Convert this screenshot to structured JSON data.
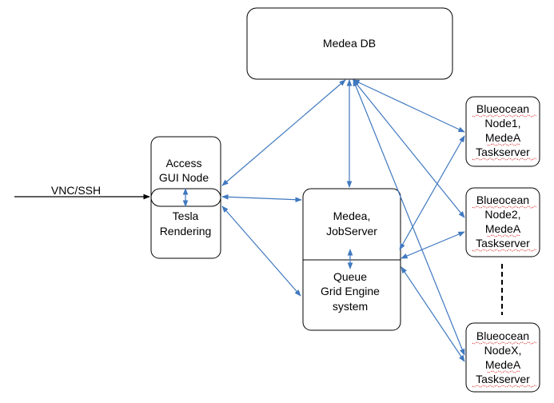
{
  "colors": {
    "arrow": "#3f78bf",
    "box_stroke": "#000000",
    "background": "#ffffff",
    "spellcheck": "#d9302a"
  },
  "nodes": {
    "medea_db": {
      "label": "Medea DB"
    },
    "access_gui": {
      "line1": "Access",
      "line2": "GUI Node"
    },
    "tesla": {
      "line1": "Tesla",
      "line2": "Rendering"
    },
    "jobserver": {
      "line1": "Medea,",
      "line2": "JobServer"
    },
    "queue": {
      "line1": "Queue",
      "line2": "Grid Engine",
      "line3": "system"
    },
    "node1": {
      "line1": "Blueocean",
      "line2": "Node1,",
      "line3": "MedeA",
      "line4": "Taskserver"
    },
    "node2": {
      "line1": "Blueocean",
      "line2": "Node2,",
      "line3": "MedeA",
      "line4": "Taskserver"
    },
    "nodex": {
      "line1": "Blueocean",
      "line2": "NodeX,",
      "line3": "MedeA",
      "line4": "Taskserver"
    }
  },
  "input_label": "VNC/SSH"
}
